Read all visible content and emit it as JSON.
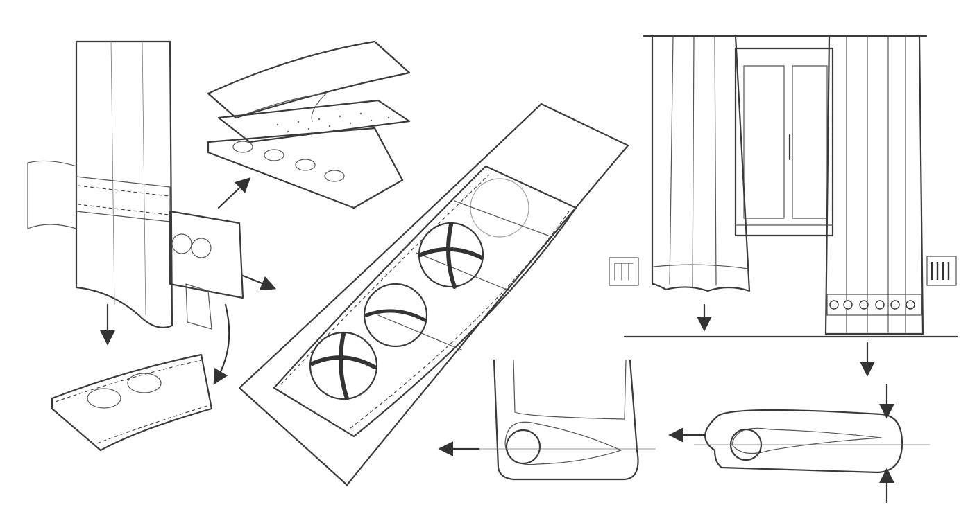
{
  "image_kind": "pencil sketch technical illustration, no visible text",
  "palette": {
    "ink": "#2b2b2b",
    "shade": "#bdbdbd",
    "paper": "#ffffff"
  },
  "panels": [
    {
      "id": "curtain-hem-closeup",
      "icon": "curtain-hem-with-weight-tape"
    },
    {
      "id": "layer-stack",
      "icon": "exploded-fabric-layers"
    },
    {
      "id": "weight-strip-folded",
      "icon": "folded-weight-strip"
    },
    {
      "id": "weight-tape-enlarged",
      "icon": "mesh-tape-with-round-weights"
    },
    {
      "id": "two-curtains-comparison",
      "icon": "window-with-two-curtains"
    },
    {
      "id": "hem-cross-section-compressed",
      "icon": "hem-cross-section-compressed"
    },
    {
      "id": "hem-cross-section-final",
      "icon": "hem-cross-section-final"
    }
  ]
}
